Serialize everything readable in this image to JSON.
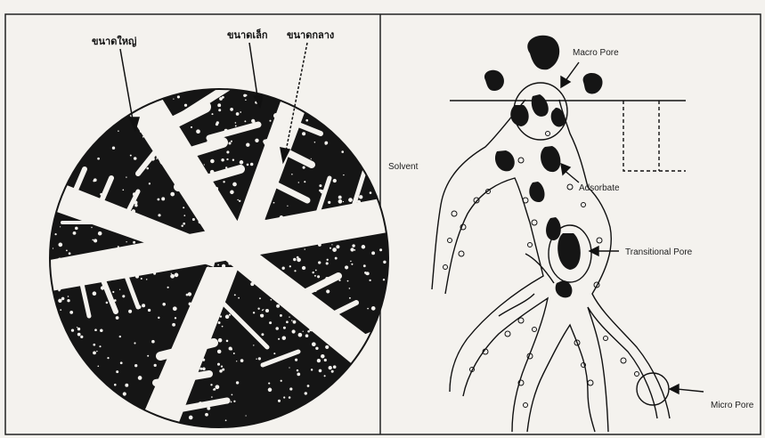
{
  "left_panel": {
    "labels": {
      "large": "ขนาดใหญ่",
      "small": "ขนาดเล็ก",
      "medium": "ขนาดกลาง"
    }
  },
  "right_panel": {
    "labels": {
      "macro_pore": "Macro Pore",
      "solvent": "Solvent",
      "adsorbate": "Adsorbate",
      "transitional_pore": "Transitional Pore",
      "micro_pore": "Micro Pore"
    }
  },
  "colors": {
    "ink": "#111111",
    "paper": "#f4f2ee"
  }
}
